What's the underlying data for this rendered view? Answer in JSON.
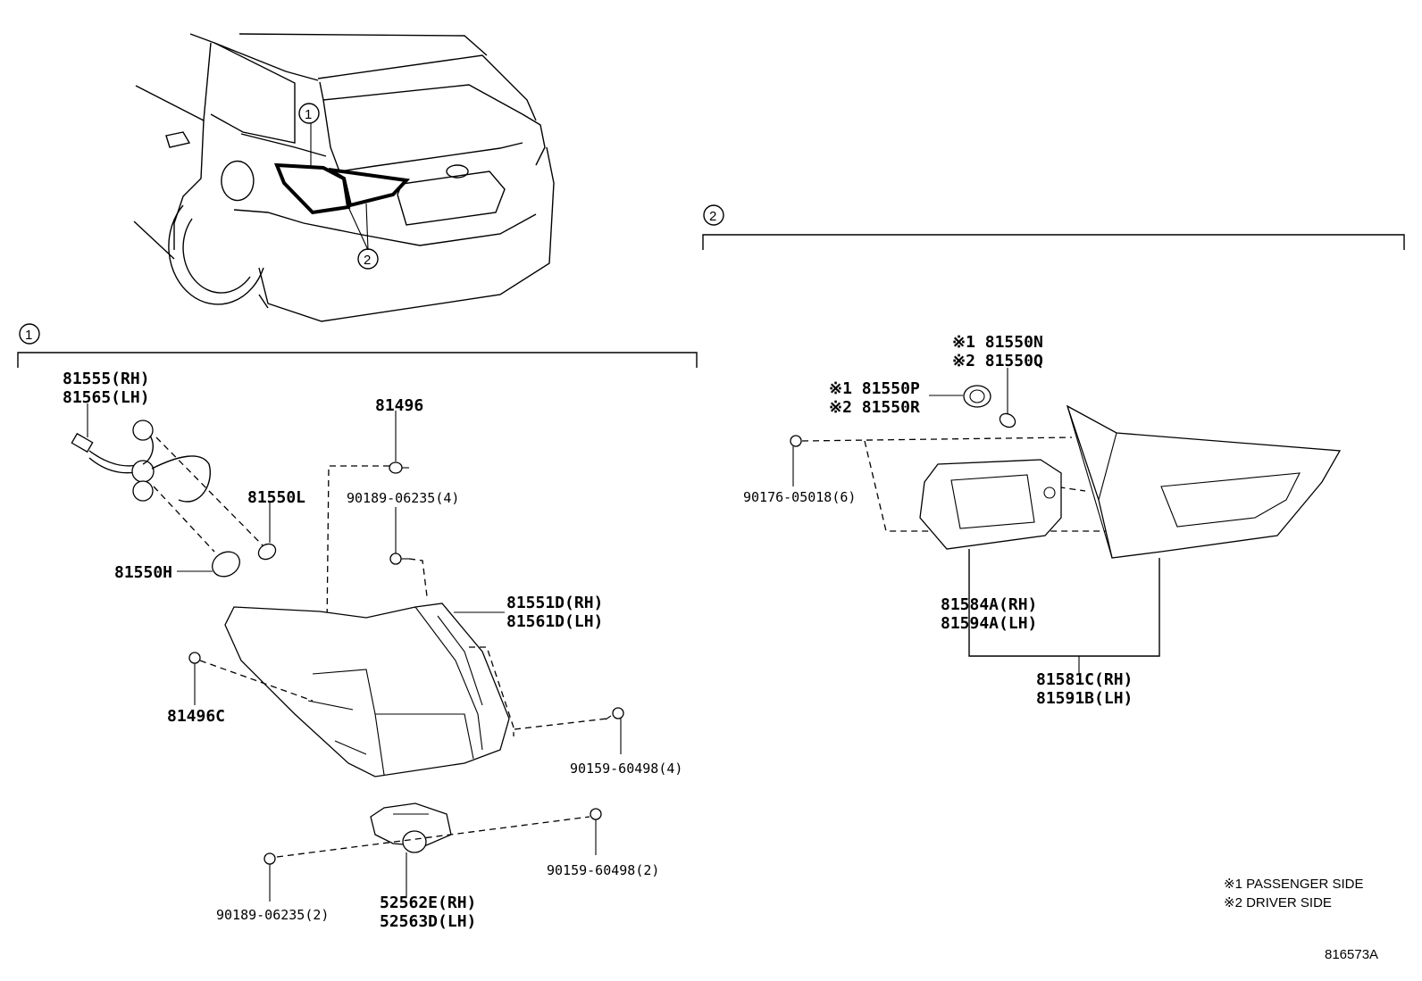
{
  "callouts": {
    "one": "1",
    "two": "2"
  },
  "section1": {
    "socket_rh": "81555(RH)",
    "socket_lh": "81565(LH)",
    "bulb_81496": "81496",
    "screw_90189_4": "90189-06235(4)",
    "bulb_81550L": "81550L",
    "bulb_81550H": "81550H",
    "lamp_rh": "81551D(RH)",
    "lamp_lh": "81561D(LH)",
    "clip_81496C": "81496C",
    "screw_90159_4": "90159-60498(4)",
    "screw_90159_2": "90159-60498(2)",
    "bracket_rh": "52562E(RH)",
    "bracket_lh": "52563D(LH)",
    "screw_90189_2": "90189-06235(2)"
  },
  "section2": {
    "bulb_p1": "※1 81550N",
    "bulb_p2": "※2 81550Q",
    "socket_p1": "※1 81550P",
    "socket_p2": "※2 81550R",
    "screw_90176": "90176-05018(6)",
    "lens_rh": "81584A(RH)",
    "lens_lh": "81594A(LH)",
    "assy_rh": "81581C(RH)",
    "assy_lh": "81591B(LH)"
  },
  "notes": {
    "note1": "※1 PASSENGER SIDE",
    "note2": "※2 DRIVER SIDE"
  },
  "figure_id": "816573A"
}
